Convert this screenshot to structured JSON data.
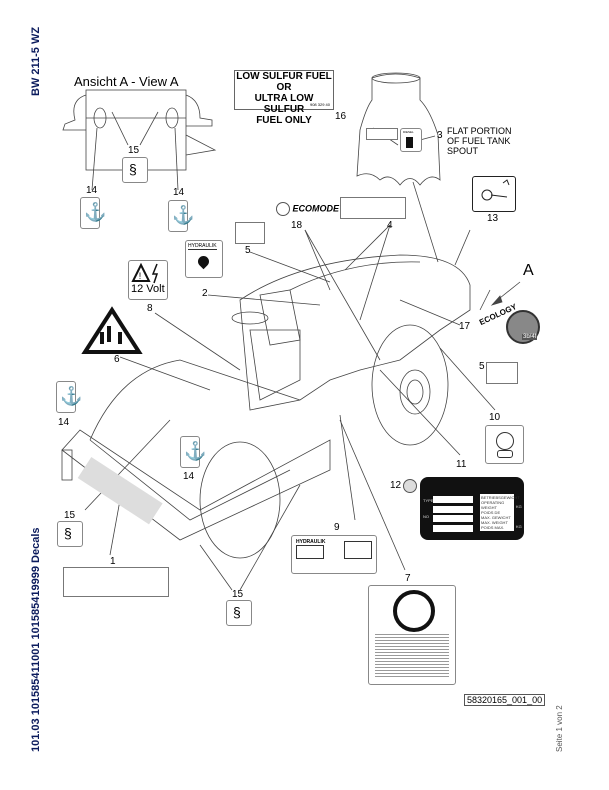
{
  "document": {
    "side_title": "BW 211-5 WZ",
    "side_footer_title": "101.03 101585411001 101585419999 Decals",
    "page_indicator": "Seite 1 von 2",
    "drawing_number": "58320165_001_00"
  },
  "view_label": "Ansicht A - View A",
  "view_arrow_label": "A",
  "fuel_decal": {
    "lines": [
      "LOW SULFUR FUEL OR",
      "ULTRA LOW SULFUR",
      "FUEL ONLY"
    ],
    "small_code": "908 329 40"
  },
  "fuel_tank_note": {
    "lines": [
      "FLAT PORTION",
      "OF  FUEL TANK",
      "SPOUT"
    ],
    "diesel_label": "DIESEL"
  },
  "decals": {
    "ecomode": "ECOMODE",
    "ecology": "ECOLOGY",
    "ecology_sub": "3b/4f",
    "hydraulik": "HYDRAULIK",
    "volt": "12 Volt",
    "hydraulik_level": "HYDRAULIK"
  },
  "type_plate": {
    "labels": [
      "TYPE",
      "NO"
    ],
    "info_top": [
      "BETRIEBSGEWICHT",
      "OPERATING WEIGHT",
      "POIDS DE SERVICE"
    ],
    "info_bottom": [
      "MAX. GEWICHT",
      "MAX. WEIGHT",
      "POIDS MAX."
    ],
    "unit": "KG"
  },
  "callouts": {
    "c1": "1",
    "c2": "2",
    "c3": "3",
    "c4": "4",
    "c5a": "5",
    "c5b": "5",
    "c6": "6",
    "c7": "7",
    "c8": "8",
    "c9": "9",
    "c10": "10",
    "c11": "11",
    "c12": "12",
    "c13": "13",
    "c14a": "14",
    "c14b": "14",
    "c14c": "14",
    "c14d": "14",
    "c15a": "15",
    "c15b": "15",
    "c15c": "15",
    "c16": "16",
    "c17": "17",
    "c18": "18"
  }
}
